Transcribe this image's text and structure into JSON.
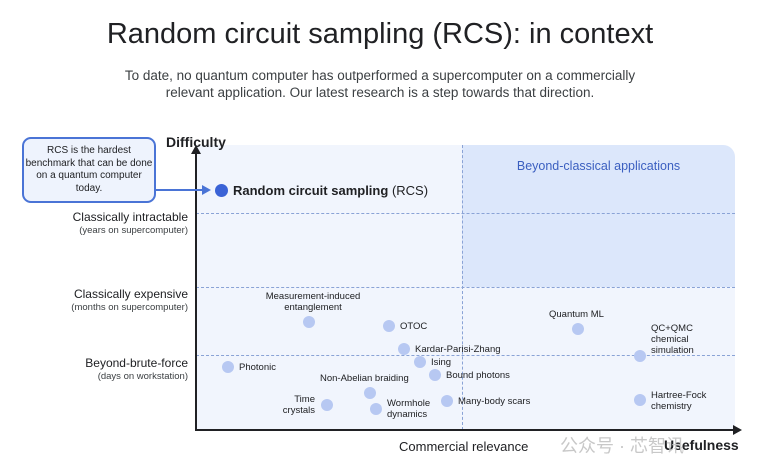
{
  "title": "Random circuit sampling (RCS): in context",
  "subtitle": "To date, no quantum computer has outperformed a supercomputer on a commercially relevant application. Our latest research is a step towards that direction.",
  "callout": "RCS is the hardest benchmark that can be done on a quantum computer today.",
  "y_axis_title": "Difficulty",
  "x_axis_title": "Usefulness",
  "x_mid_label": "Commercial relevance",
  "region_label": "Beyond-classical applications",
  "levels": [
    {
      "label": "Classically intractable",
      "sub": "(years on supercomputer)"
    },
    {
      "label": "Classically expensive",
      "sub": "(months on supercomputer)"
    },
    {
      "label": "Beyond-brute-force",
      "sub": "(days on workstation)"
    }
  ],
  "rcs": {
    "name": "Random circuit sampling",
    "abbr": "(RCS)"
  },
  "points": [
    "Measurement-induced entanglement",
    "OTOC",
    "Kardar-Parisi-Zhang",
    "Ising",
    "Photonic",
    "Bound photons",
    "Non-Abelian braiding",
    "Time crystals",
    "Wormhole dynamics",
    "Many-body scars",
    "Quantum ML",
    "QC+QMC chemical simulation",
    "Hartree-Fock chemistry"
  ],
  "watermark": "公众号 · 芯智讯",
  "colors": {
    "rcs": "#3b63d6",
    "point": "#b7c8f2",
    "region": "#dce7fb"
  }
}
